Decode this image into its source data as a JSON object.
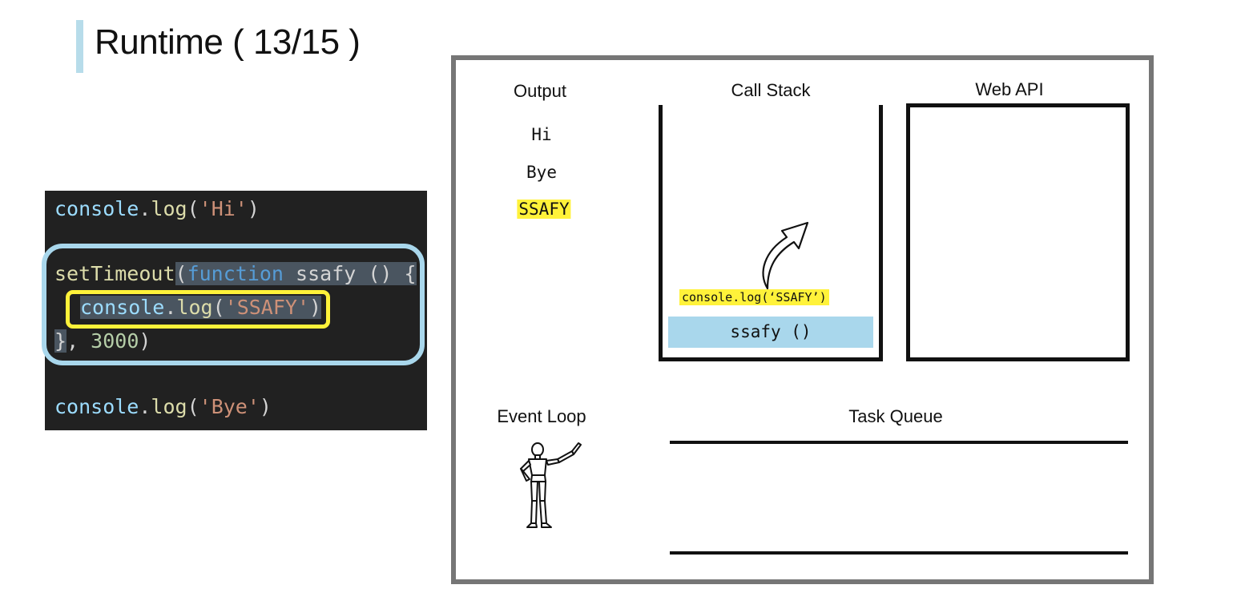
{
  "slide": {
    "title": "Runtime ( 13/15 )"
  },
  "code": {
    "line1": {
      "obj": "console",
      "dot": ".",
      "fn": "log",
      "open": "(",
      "str": "'Hi'",
      "close": ")"
    },
    "line2": {
      "fn": "setTimeout",
      "open": "(",
      "kw": "function",
      "name": " ssafy () {"
    },
    "line3": {
      "obj": "console",
      "dot": ".",
      "fn": "log",
      "open": "(",
      "str": "'SSAFY'",
      "close": ")"
    },
    "line4": {
      "brace": "}",
      "comma": ", ",
      "num": "3000",
      "close": ")"
    },
    "line5": {
      "obj": "console",
      "dot": ".",
      "fn": "log",
      "open": "(",
      "str": "'Bye'",
      "close": ")"
    }
  },
  "runtime": {
    "output": {
      "label": "Output",
      "lines": [
        "Hi",
        "Bye",
        "SSAFY"
      ]
    },
    "call_stack": {
      "label": "Call Stack",
      "frames": [
        "ssafy ()"
      ],
      "popping": "console.log(‘SSAFY’)"
    },
    "web_api": {
      "label": "Web API"
    },
    "event_loop": {
      "label": "Event Loop"
    },
    "task_queue": {
      "label": "Task Queue"
    }
  },
  "colors": {
    "accent_blue": "#a9d7ec",
    "highlight_yellow": "#fff23a",
    "frame_gray": "#767676",
    "code_bg": "#212121"
  }
}
